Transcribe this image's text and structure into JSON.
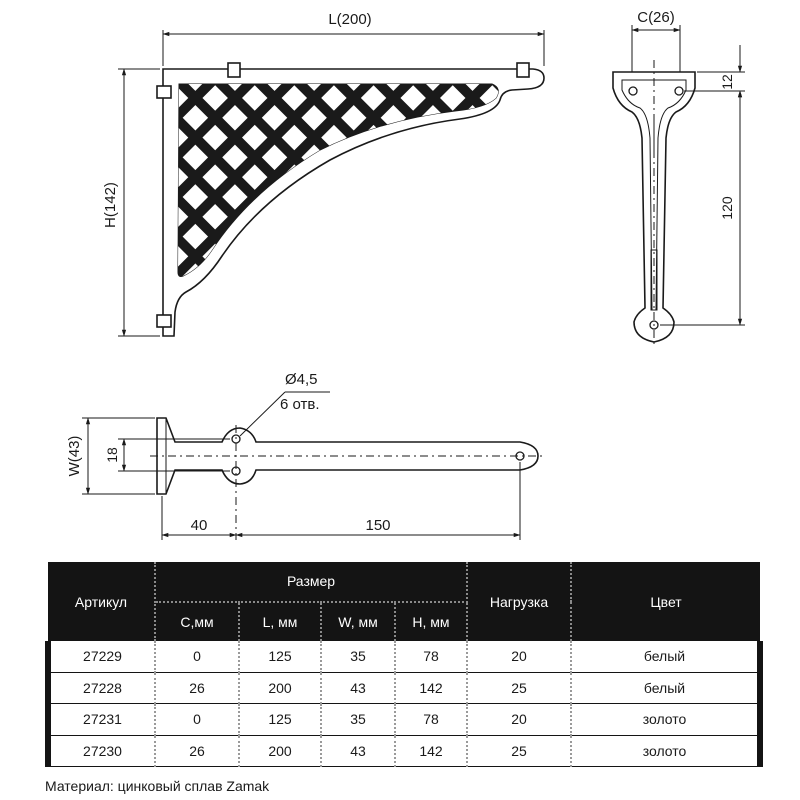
{
  "drawing": {
    "dim_length": "L(200)",
    "dim_height": "H(142)",
    "dim_thickness": "C(26)",
    "dim_top_offset": "12",
    "dim_hole_spacing": "120",
    "dim_width": "W(43)",
    "dim_hole_gap": "18",
    "dim_base_to_hole": "40",
    "dim_hole_to_hole": "150",
    "hole_diameter": "Ø4,5",
    "hole_count": "6 отв."
  },
  "table": {
    "headers": {
      "article": "Артикул",
      "size": "Размер",
      "load": "Нагрузка",
      "color": "Цвет",
      "c": "C,мм",
      "l": "L, мм",
      "w": "W, мм",
      "h": "H, мм"
    },
    "rows": [
      {
        "article": "27229",
        "c": "0",
        "l": "125",
        "w": "35",
        "h": "78",
        "load": "20",
        "color": "белый"
      },
      {
        "article": "27228",
        "c": "26",
        "l": "200",
        "w": "43",
        "h": "142",
        "load": "25",
        "color": "белый"
      },
      {
        "article": "27231",
        "c": "0",
        "l": "125",
        "w": "35",
        "h": "78",
        "load": "20",
        "color": "золото"
      },
      {
        "article": "27230",
        "c": "26",
        "l": "200",
        "w": "43",
        "h": "142",
        "load": "25",
        "color": "золото"
      }
    ]
  },
  "material_note": "Материал: цинковый сплав Zamak"
}
